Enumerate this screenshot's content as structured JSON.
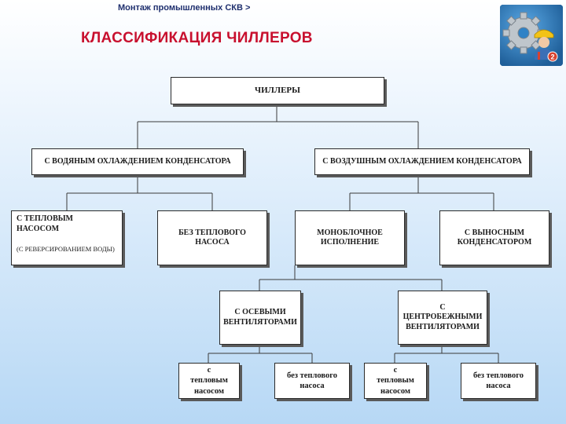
{
  "header": {
    "breadcrumb": "Монтаж промышленных СКВ >",
    "title": "КЛАССИФИКАЦИЯ ЧИЛЛЕРОВ"
  },
  "logo": {
    "badge": "2"
  },
  "diagram": {
    "root": "ЧИЛЛЕРЫ",
    "water_cooled": "С ВОДЯНЫМ ОХЛАЖДЕНИЕМ КОНДЕНСАТОРА",
    "air_cooled": "С ВОЗДУШНЫМ ОХЛАЖДЕНИЕМ КОНДЕНСАТОРА",
    "heat_pump": "С ТЕПЛОВЫМ НАСОСОМ",
    "heat_pump_note": "(С РЕВЕРСИРОВАНИЕМ ВОДЫ)",
    "no_heat_pump": "БЕЗ ТЕПЛОВОГО НАСОСА",
    "monoblock": "МОНОБЛОЧНОЕ ИСПОЛНЕНИЕ",
    "remote_condenser": "С ВЫНОСНЫМ КОНДЕНСАТОРОМ",
    "axial_fans": "С ОСЕВЫМИ ВЕНТИЛЯТОРАМИ",
    "centrifugal_fans": "С ЦЕНТРОБЕЖНЫМИ ВЕНТИЛЯТОРАМИ",
    "axial_with_hp": "с тепловым насосом",
    "axial_without_hp": "без теплового насоса",
    "centr_with_hp": "с тепловым насосом",
    "centr_without_hp": "без теплового насоса"
  }
}
